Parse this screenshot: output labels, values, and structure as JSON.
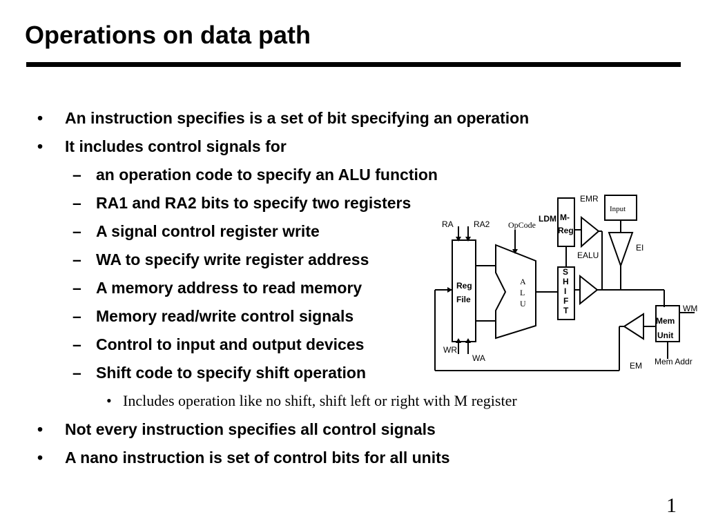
{
  "slide": {
    "title": "Operations on data path",
    "page_number": "1"
  },
  "bullets": [
    {
      "marker": "•",
      "text": "An instruction specifies is a set of bit specifying an operation"
    },
    {
      "marker": "•",
      "text": "It includes control signals for"
    },
    {
      "marker": "–",
      "text": "an operation code to specify an ALU function"
    },
    {
      "marker": "–",
      "text": "RA1 and RA2 bits to specify two registers"
    },
    {
      "marker": "–",
      "text": "A signal control register write"
    },
    {
      "marker": "–",
      "text": "WA to specify write register address"
    },
    {
      "marker": "–",
      "text": "A memory address to read memory"
    },
    {
      "marker": "–",
      "text": "Memory read/write control signals"
    },
    {
      "marker": "–",
      "text": "Control to input and output devices"
    },
    {
      "marker": "–",
      "text": "Shift code to specify shift operation"
    },
    {
      "marker": "•",
      "text": "Includes operation like no shift, shift left or right with M register"
    },
    {
      "marker": "•",
      "text": "Not every instruction specifies all control signals"
    },
    {
      "marker": "•",
      "text": "A nano instruction is set of control bits for all units"
    }
  ],
  "diagram": {
    "labels": {
      "ra1": "RA",
      "ra2": "RA2",
      "opcode": "OpCode",
      "reg_file_1": "Reg",
      "reg_file_2": "File",
      "alu_a": "A",
      "alu_l": "L",
      "alu_u": "U",
      "wr": "WR",
      "wa": "WA",
      "ldm": "LDM",
      "mreg_1": "M-",
      "mreg_2": "Reg",
      "emr": "EMR",
      "input": "Input",
      "ei": "EI",
      "ealu": "EALU",
      "shift_s": "S",
      "shift_h": "H",
      "shift_i": "I",
      "shift_f": "F",
      "shift_t": "T",
      "wm": "WM",
      "mem_1": "Mem",
      "mem_2": "Unit",
      "em": "EM",
      "mem_addr": "Mem Addr"
    }
  }
}
